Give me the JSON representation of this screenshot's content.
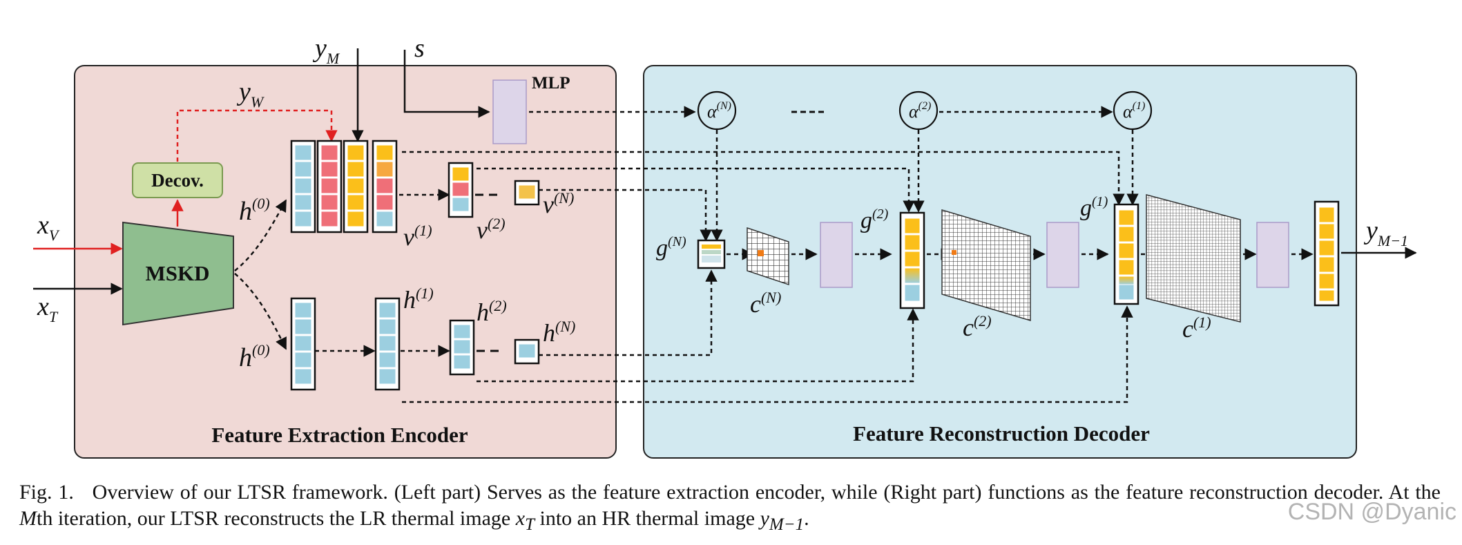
{
  "panels": {
    "encoder_title": "Feature Extraction Encoder",
    "decoder_title": "Feature Reconstruction Decoder"
  },
  "blocks": {
    "mskd": "MSKD",
    "decov": "Decov.",
    "mlp": "MLP"
  },
  "inputs": {
    "x_v": "x",
    "x_v_sub": "V",
    "x_t": "x",
    "x_t_sub": "T",
    "y_m": "y",
    "y_m_sub": "M",
    "s": "s",
    "y_w": "y",
    "y_w_sub": "W"
  },
  "labels": {
    "h0_top": "h",
    "h0_bottom": "h",
    "sup_0": "(0)",
    "h": "h",
    "sup_1": "(1)",
    "sup_2": "(2)",
    "sup_N": "(N)",
    "v": "v",
    "g": "g",
    "c": "c",
    "alpha": "α"
  },
  "output": {
    "y": "y",
    "sub": "M−1"
  },
  "decoder": {
    "ellipsis": "......"
  },
  "caption": {
    "fig_no": "Fig. 1.",
    "text": "Overview of our LTSR framework. (Left part) Serves as the feature extraction encoder, while (Right part) functions as the feature reconstruction decoder. At the Mth iteration, our LTSR reconstructs the LR thermal image x_T into an HR thermal image y_{M−1}."
  },
  "caption_parts": {
    "p1": "Overview of our LTSR framework. (Left part) Serves as the feature extraction encoder, while (Right part) functions as the feature reconstruction decoder. At the ",
    "m": "M",
    "p2": "th iteration, our LTSR reconstructs the LR thermal image ",
    "xt": "x",
    "xt_sub": "T",
    "p3": " into an HR thermal image ",
    "y": "y",
    "y_sub": "M−1",
    "p4": "."
  },
  "watermark": "CSDN @Dyanic",
  "colors": {
    "encoder_bg": "#f0d9d6",
    "decoder_bg": "#d2e9f0",
    "mskd": "#8fbe8f",
    "decov": "#cfe0a6",
    "mlp": "#ddd5e9",
    "cell_blue": "#9ccfe0",
    "cell_red": "#ef6f78",
    "cell_yellow": "#fbbf1a",
    "red_arrow": "#e02020"
  }
}
